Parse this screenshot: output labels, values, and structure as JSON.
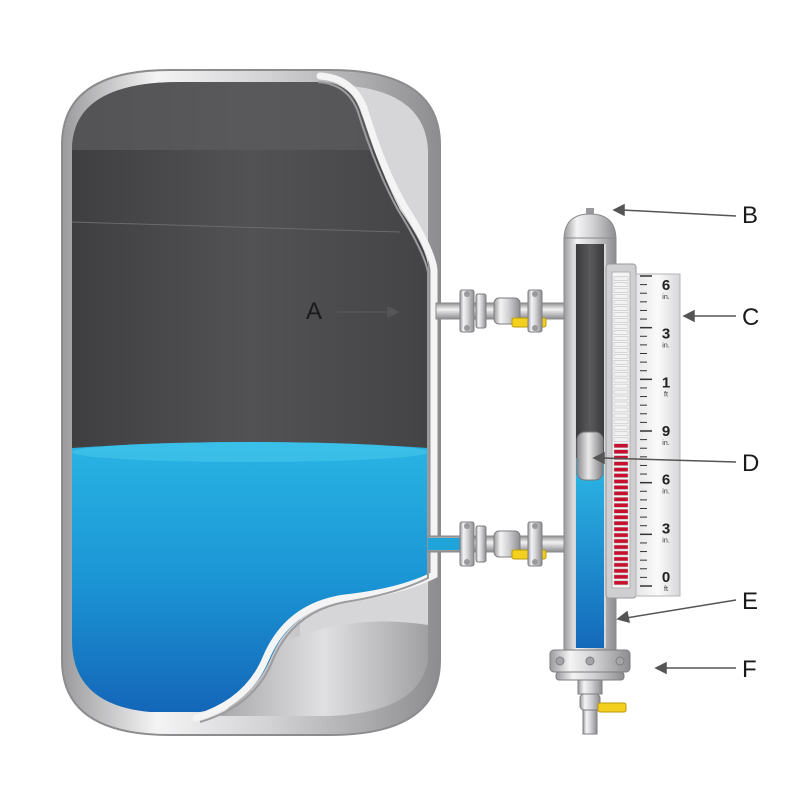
{
  "callouts": {
    "A": "A",
    "B": "B",
    "C": "C",
    "D": "D",
    "E": "E",
    "F": "F"
  },
  "scale": {
    "major_labels": [
      {
        "value": "6",
        "unit": "in."
      },
      {
        "value": "3",
        "unit": "in."
      },
      {
        "value": "1",
        "unit": "ft"
      },
      {
        "value": "9",
        "unit": "in."
      },
      {
        "value": "6",
        "unit": "in."
      },
      {
        "value": "3",
        "unit": "in."
      },
      {
        "value": "0",
        "unit": "ft"
      }
    ]
  },
  "colors": {
    "vapor": "#4b4b4d",
    "liquid": "#1fa3d8",
    "liquid_deep": "#1577c2",
    "tank_metal": "#d9d9db",
    "indicator_red": "#c8102e",
    "indicator_white": "#f2f2f2",
    "valve_handle": "#f4d01e",
    "label_text": "#1a1a1a"
  },
  "icons": {
    "flange": "flange-icon",
    "valve": "valve-icon",
    "float": "float-icon"
  }
}
